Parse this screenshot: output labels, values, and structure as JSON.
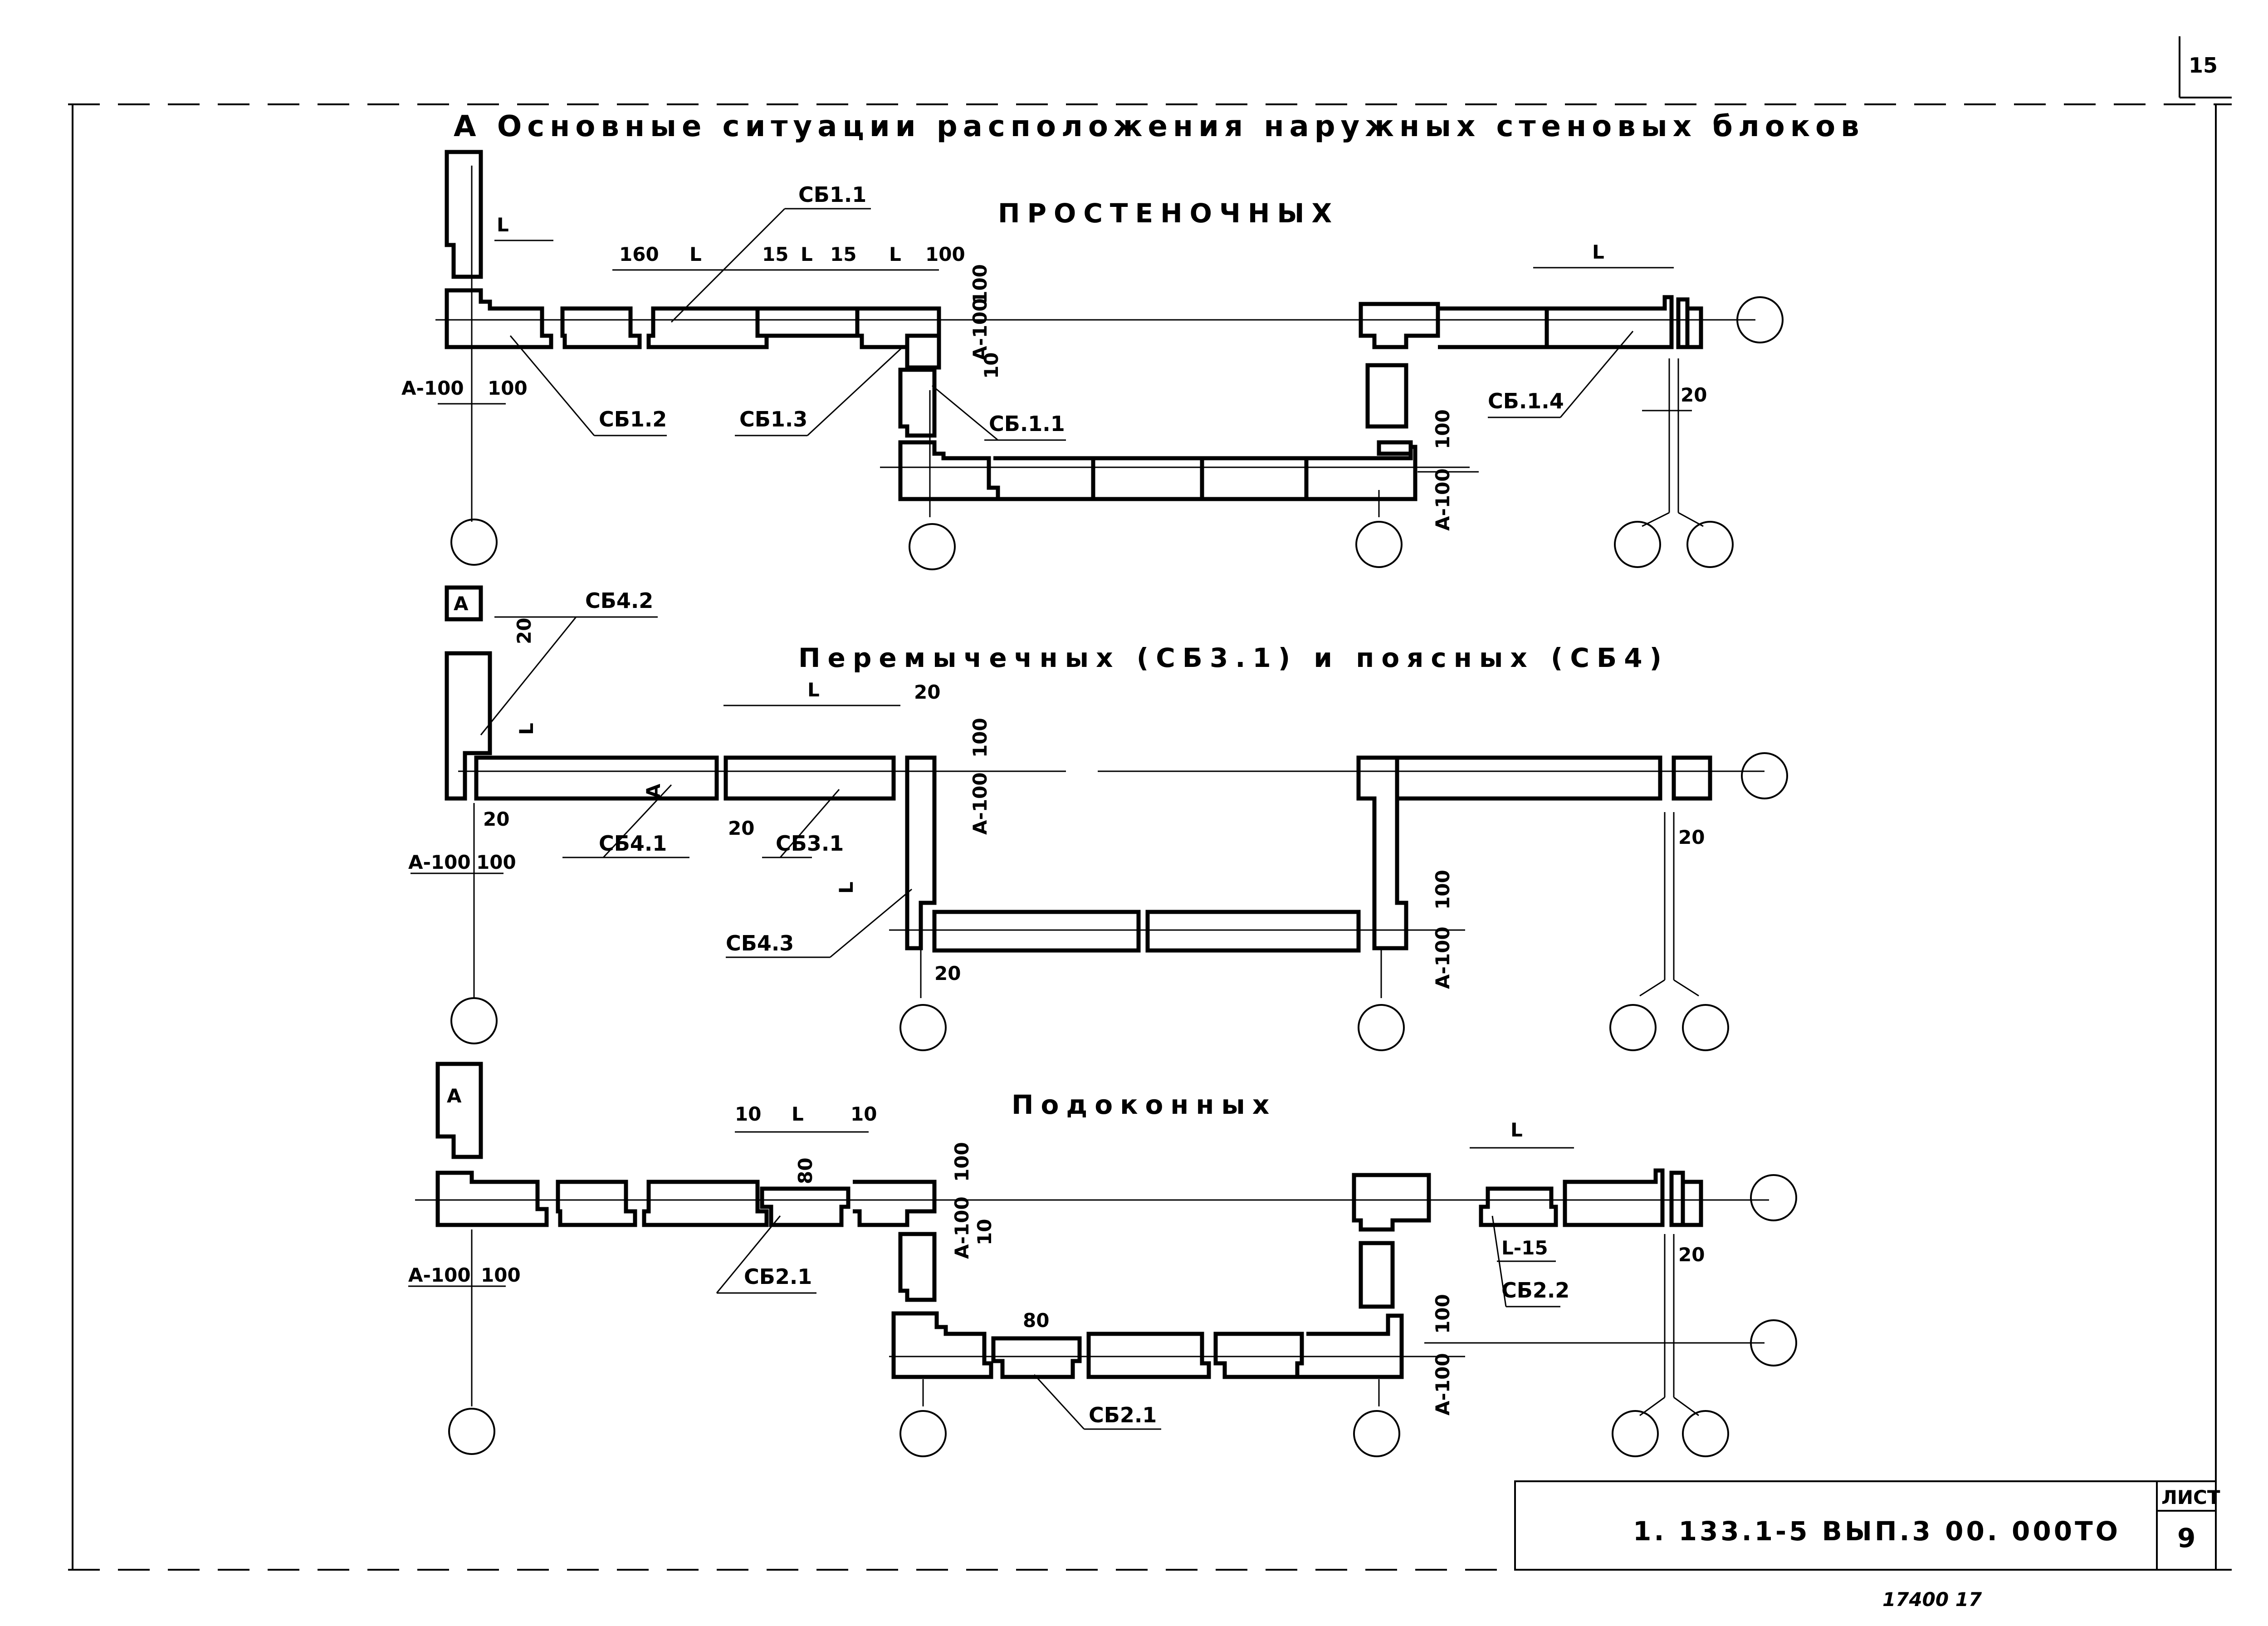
{
  "page_number": "15",
  "title": "А  Основные  ситуации  расположения  наружных  стеновых  блоков",
  "sections": {
    "piers": "ПРОСТЕНОЧНЫХ",
    "lintels": "Перемычечных  (СБ3.1)  и  поясных  (СБ4)",
    "sills": "Подоконных"
  },
  "labels": {
    "sb11": "СБ1.1",
    "sb12": "СБ1.2",
    "sb13": "СБ1.3",
    "sb11b": "СБ.1.1",
    "sb14": "СБ.1.4",
    "sb42": "СБ4.2",
    "sb41": "СБ4.1",
    "sb31": "СБ3.1",
    "sb43": "СБ4.3",
    "sb21a": "СБ2.1",
    "sb21b": "СБ2.1",
    "sb22": "СБ2.2"
  },
  "dims": {
    "L": "L",
    "A": "A",
    "d160": "160",
    "d15": "15",
    "d100": "100",
    "d20": "20",
    "d10": "10",
    "d80": "80",
    "a100": "A-100",
    "l15": "L-15"
  },
  "stamp": {
    "code": "1. 133.1-5   ВЫП.3   00. 000ТО",
    "sheet_label": "ЛИСТ",
    "sheet_number": "9"
  },
  "footer_note": "17400   17"
}
